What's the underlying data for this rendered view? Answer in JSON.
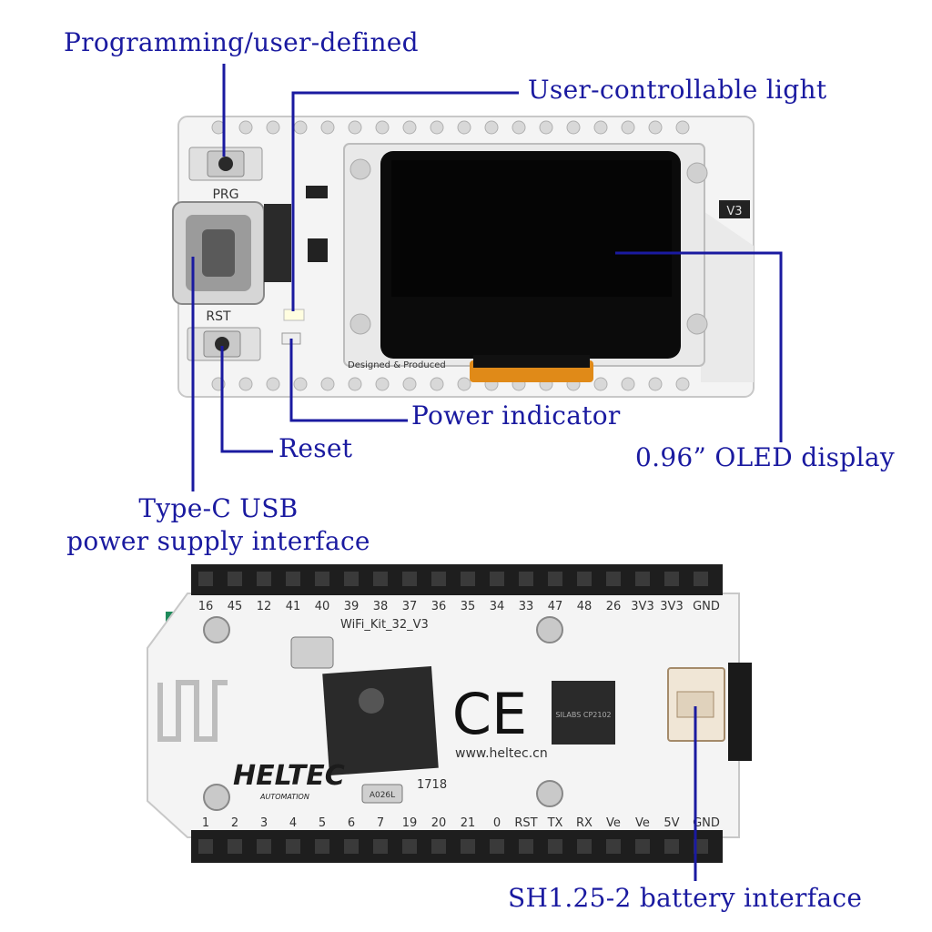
{
  "labels": {
    "programming": "Programming/user-defined",
    "user_light": "User-controllable light",
    "power_indicator": "Power indicator",
    "reset": "Reset",
    "oled": "0.96” OLED display",
    "usb_line1": "Type-C USB",
    "usb_line2": "power supply interface",
    "battery": "SH1.25-2 battery interface"
  },
  "board_front": {
    "prg": "PRG",
    "rst": "RST",
    "version": "V3",
    "designed": "Designed & Produced"
  },
  "board_back": {
    "top_pins": [
      "16",
      "45",
      "12",
      "41",
      "40",
      "39",
      "38",
      "37",
      "36",
      "35",
      "34",
      "33",
      "47",
      "48",
      "26",
      "3V3",
      "3V3",
      "GND"
    ],
    "bottom_pins": [
      "1",
      "2",
      "3",
      "4",
      "5",
      "6",
      "7",
      "19",
      "20",
      "21",
      "0",
      "RST",
      "TX",
      "RX",
      "Ve",
      "Ve",
      "5V",
      "GND"
    ],
    "model": "WiFi_Kit_32_V3",
    "brand": "HELTEC",
    "brand_sub": "AUTOMATION",
    "ce": "CE",
    "url": "www.heltec.cn",
    "crystal": "A026L",
    "code": "1718",
    "chip_text": "SILABS CP2102"
  },
  "colors": {
    "label": "#1a1aa0",
    "line": "#1a1aa0",
    "board": "#f4f4f4",
    "header": "#1e1e1e",
    "antenna": "#1e8a5a"
  }
}
